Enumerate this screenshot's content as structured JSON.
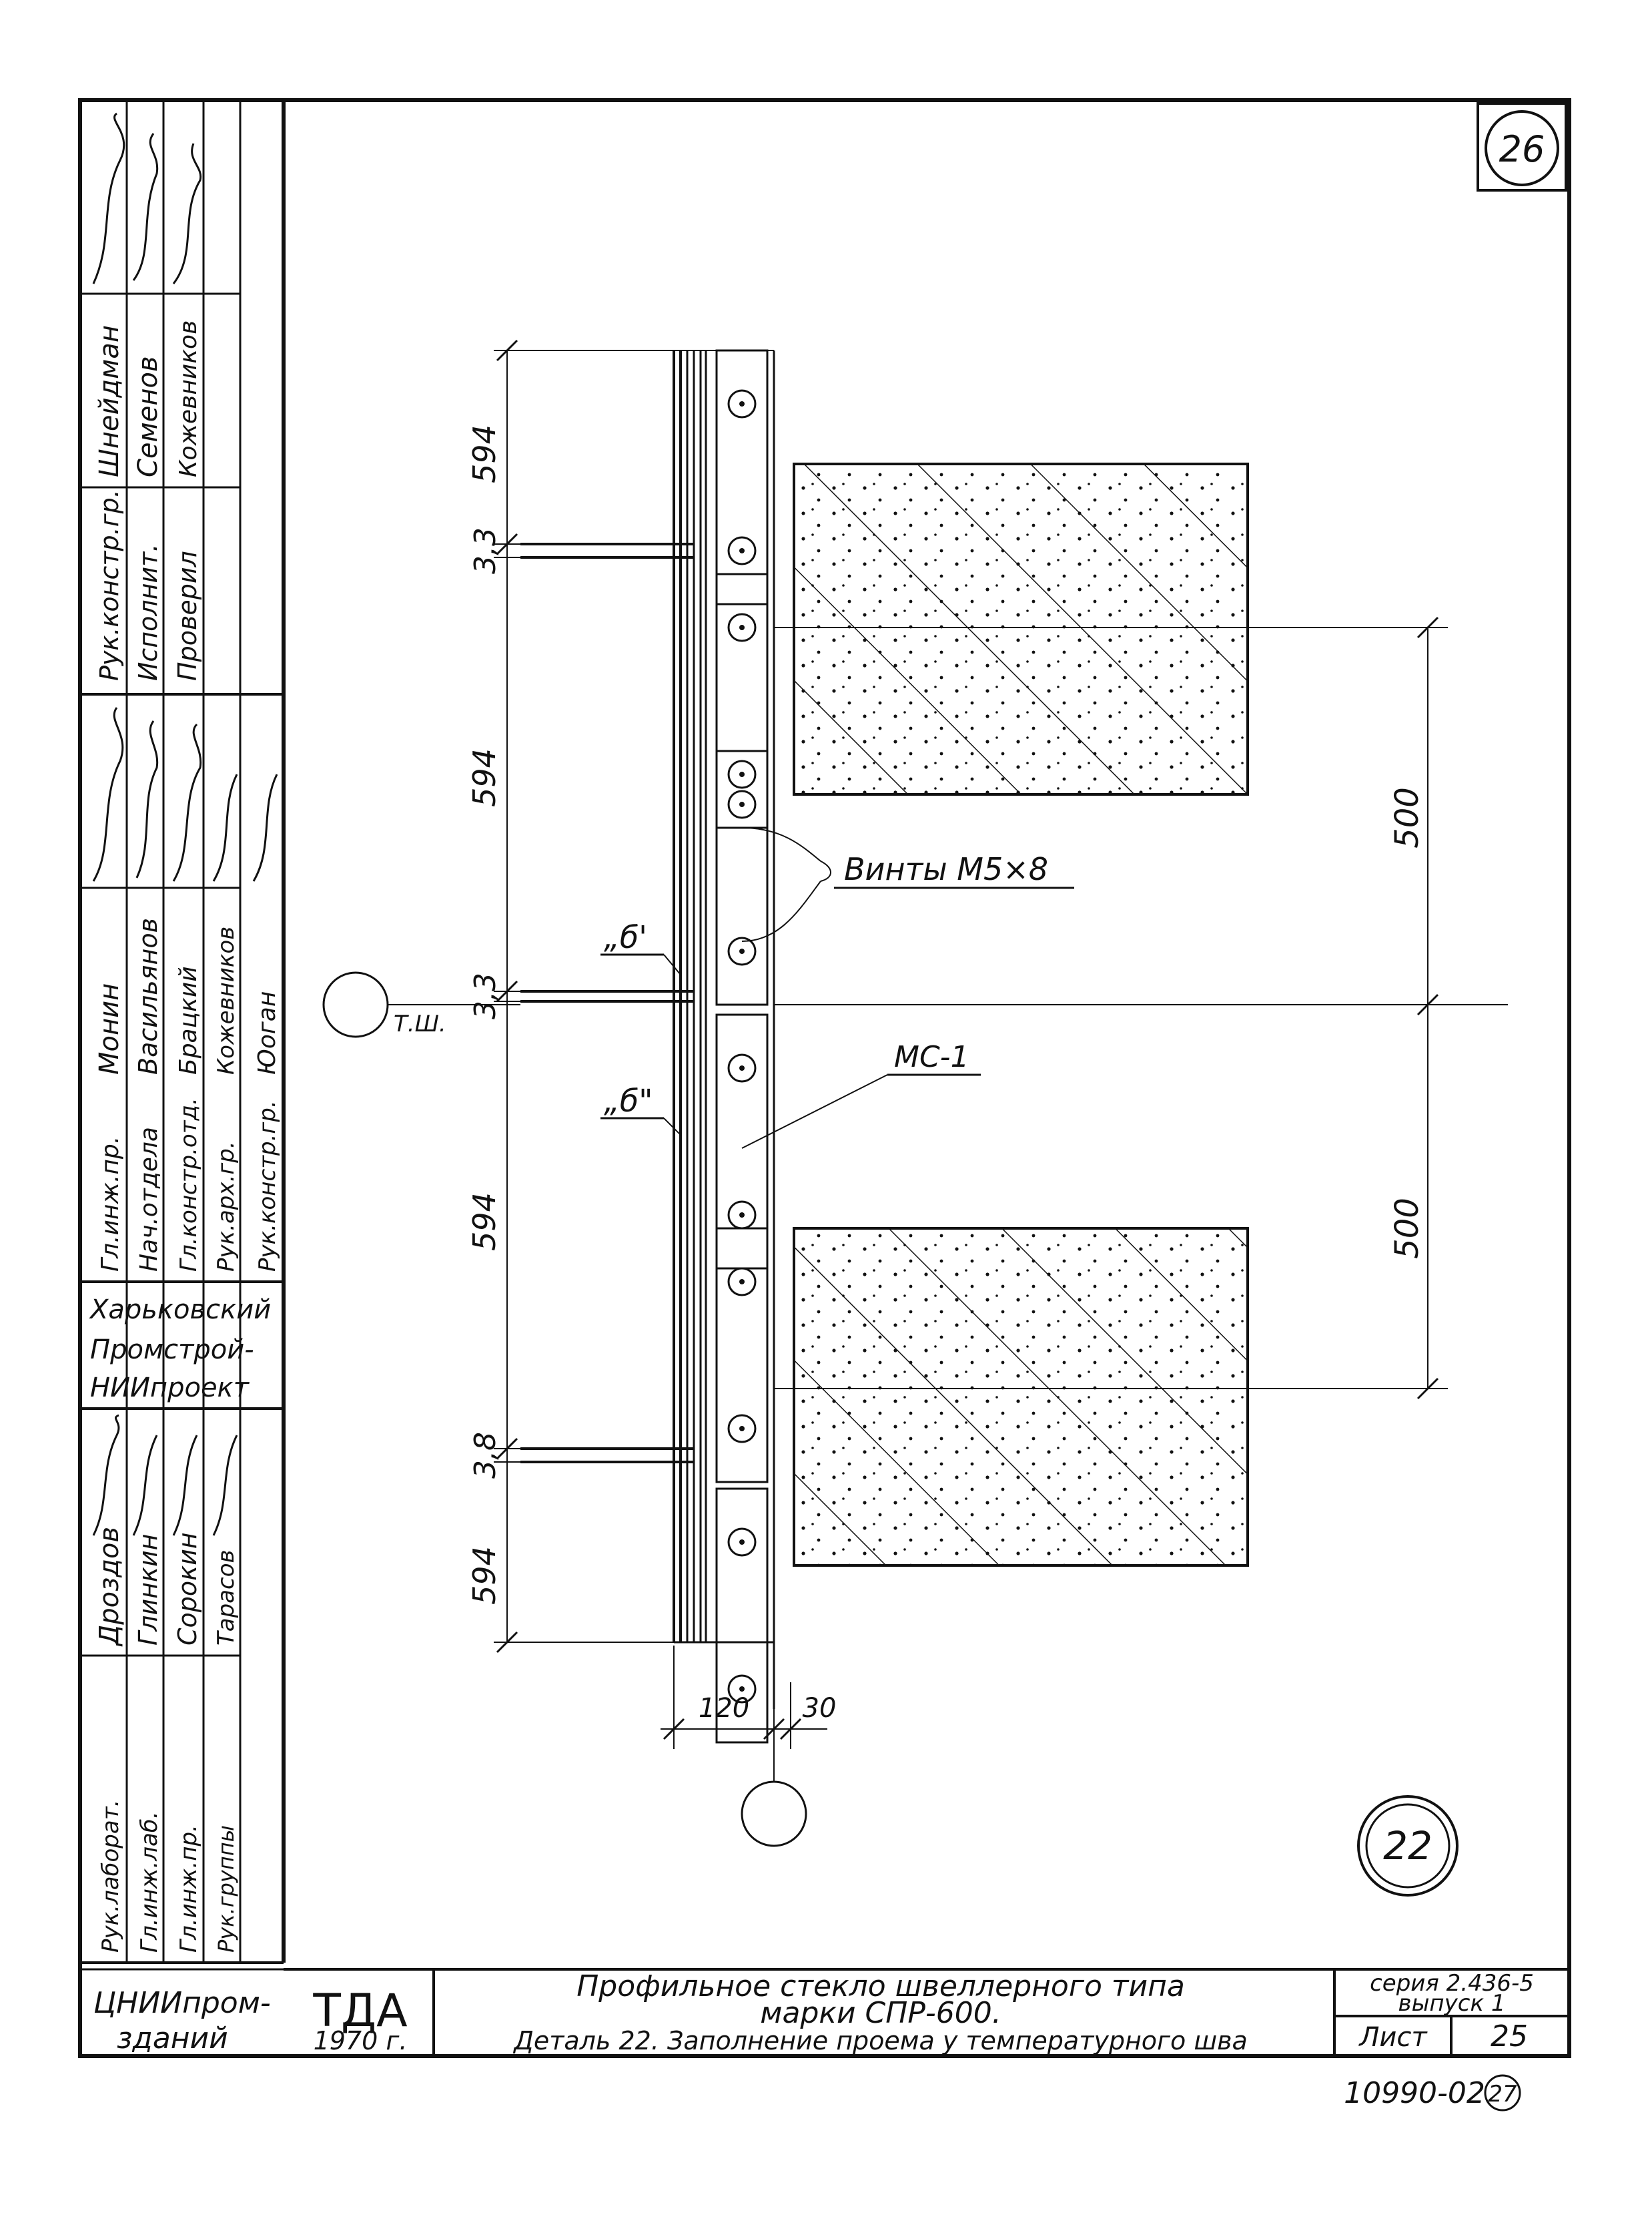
{
  "sheet_number_top": "26",
  "bottom_code": "10990-02",
  "bottom_code_circled": "27",
  "detail_number": "22",
  "axis_label": "Т.Ш.",
  "dimensions": {
    "d594_top": "594",
    "d33_top": "3,3",
    "d594_mid": "594",
    "d33_mid": "3,3",
    "d594_low": "594",
    "d38": "3,8",
    "d594_bottom": "594",
    "d500_upper": "500",
    "d500_lower": "500",
    "d120": "120",
    "d30": "30"
  },
  "callouts": {
    "screws": "Винты М5×8",
    "ms1": "МС-1",
    "b_upper": "„б'",
    "b_lower": "„б\""
  },
  "side_stamp": {
    "rows_top": [
      {
        "role": "Рук.констр.гр.",
        "name": "Шнейдман"
      },
      {
        "role": "Исполнит.",
        "name": "Семенов"
      },
      {
        "role": "Проверил",
        "name": "Кожевников"
      }
    ],
    "rows_mid": [
      {
        "role": "Гл.инж.пр.",
        "name": "Монин"
      },
      {
        "role": "Нач.отдела",
        "name": "Васильянов"
      },
      {
        "role": "Гл.констр.отд.",
        "name": "Брацкий"
      },
      {
        "role": "Рук.арх.гр.",
        "name": "Кожевников"
      },
      {
        "role": "Рук.констр.гр.",
        "name": "Юоган"
      }
    ],
    "org_mid": [
      "Харьковский",
      "Промстрой-",
      "НИИпроект"
    ],
    "rows_bottom": [
      {
        "role": "Рук.лаборат.",
        "name": "Дроздов"
      },
      {
        "role": "Гл.инж.лаб.",
        "name": "Глинкин"
      },
      {
        "role": "Гл.инж.пр.",
        "name": "Сорокин"
      },
      {
        "role": "Рук.группы",
        "name": "Тарасов"
      }
    ],
    "org_bottom": [
      "ЦНИИпром-",
      "зданий"
    ]
  },
  "title_block": {
    "org_code": "ТДА",
    "year": "1970 г.",
    "title_line1": "Профильное стекло швеллерного типа",
    "title_line2": "марки СПР-600.",
    "title_line3": "Деталь 22. Заполнение проема у температурного шва",
    "series": "серия 2.436-5",
    "issue": "выпуск 1",
    "sheet_label": "Лист",
    "sheet_number": "25"
  }
}
